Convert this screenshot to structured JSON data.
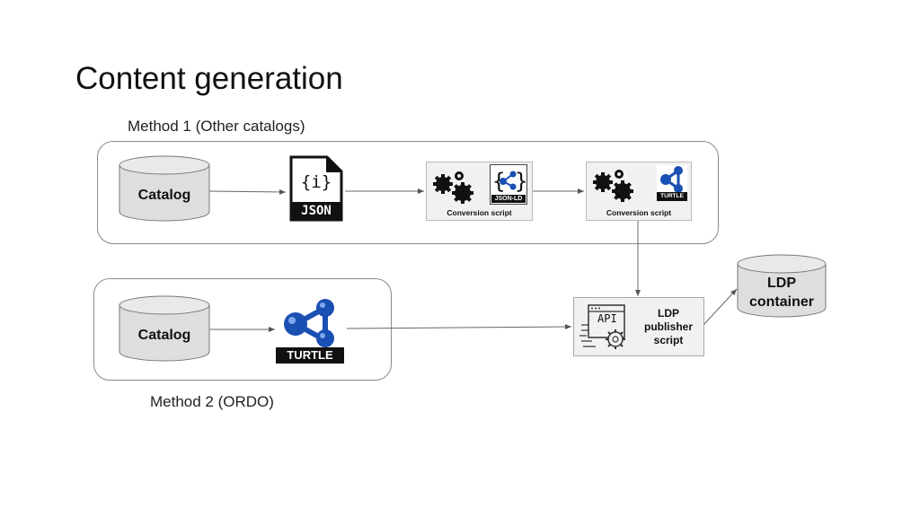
{
  "title": "Content generation",
  "method1": {
    "label": "Method 1 (Other catalogs)",
    "catalog": "Catalog",
    "json_badge": "JSON",
    "json_braces": "{i}",
    "script1": {
      "badge": "JSON-LD",
      "label": "Conversion script"
    },
    "script2": {
      "badge": "TURTLE",
      "label": "Conversion script"
    }
  },
  "method2": {
    "label": "Method 2 (ORDO)",
    "catalog": "Catalog",
    "turtle_badge": "TURTLE"
  },
  "publisher": {
    "api": "API",
    "line1": "LDP",
    "line2": "publisher",
    "line3": "script"
  },
  "ldp": {
    "line1": "LDP",
    "line2": "container"
  },
  "colors": {
    "turtle_blue": "#1a4fb3",
    "box_grey": "#f1f1f1",
    "border_grey": "#8a8a8a"
  }
}
